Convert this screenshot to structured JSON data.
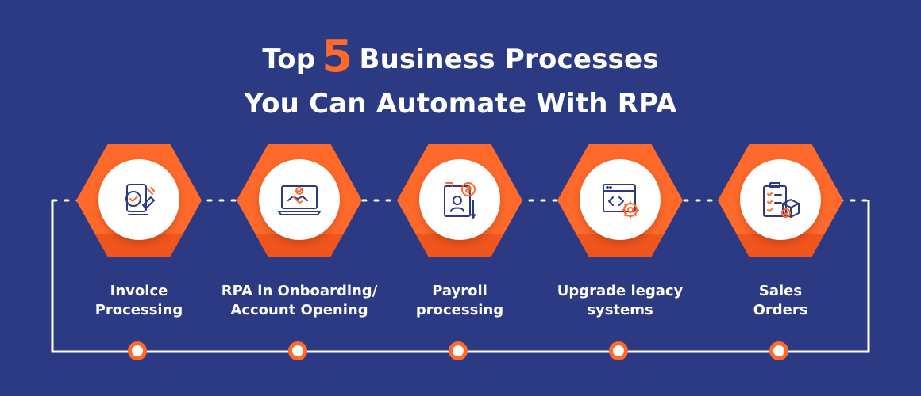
{
  "title": {
    "prefix": "Top",
    "number": "5",
    "suffix": "Business Processes",
    "line2": "You Can Automate With RPA"
  },
  "steps": [
    {
      "label_line1": "Invoice",
      "label_line2": "Processing",
      "icon": "invoice-processing-icon"
    },
    {
      "label_line1": "RPA in Onboarding/",
      "label_line2": "Account Opening",
      "icon": "handshake-laptop-icon"
    },
    {
      "label_line1": "Payroll",
      "label_line2": "processing",
      "icon": "payroll-icon"
    },
    {
      "label_line1": "Upgrade legacy",
      "label_line2": "systems",
      "icon": "code-settings-icon"
    },
    {
      "label_line1": "Sales",
      "label_line2": "Orders",
      "icon": "sales-orders-icon"
    }
  ],
  "colors": {
    "background": "#2c3a84",
    "accent": "#ff6a2b",
    "text": "#ffffff"
  }
}
